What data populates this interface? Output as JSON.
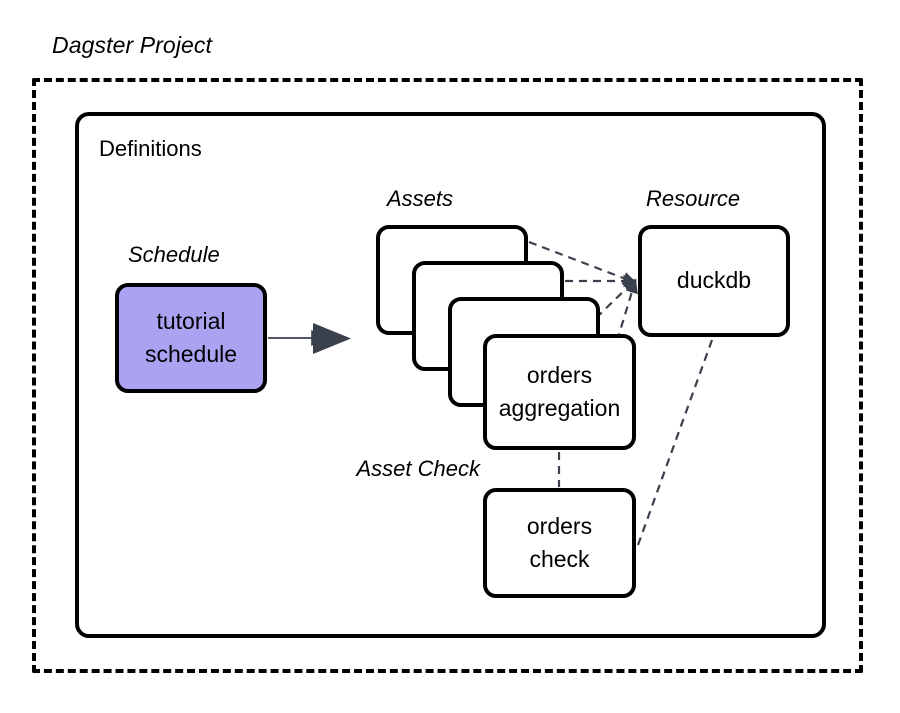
{
  "diagram": {
    "title": "Dagster Project",
    "container": {
      "label": "Definitions"
    },
    "captions": {
      "schedule": "Schedule",
      "assets": "Assets",
      "resource": "Resource",
      "asset_check": "Asset Check"
    },
    "colors": {
      "schedule_fill": "#ABA2F2",
      "node_stroke": "#000000",
      "arrow_fill": "#3A414C",
      "dashed_edge": "#3A414C",
      "background": "#FFFFFF"
    },
    "nodes": {
      "schedule": {
        "line1": "tutorial",
        "line2": "schedule"
      },
      "asset_stack_count": 4,
      "asset_front": {
        "line1": "orders",
        "line2": "aggregation"
      },
      "resource": {
        "line1": "duckdb"
      },
      "asset_check": {
        "line1": "orders",
        "line2": "check"
      }
    },
    "edges": [
      {
        "from": "tutorial schedule",
        "to": "assets",
        "style": "solid-arrow"
      },
      {
        "from": "asset 1",
        "to": "duckdb",
        "style": "dashed"
      },
      {
        "from": "asset 2",
        "to": "duckdb",
        "style": "dashed"
      },
      {
        "from": "asset 3",
        "to": "duckdb",
        "style": "dashed"
      },
      {
        "from": "orders aggregation",
        "to": "duckdb",
        "style": "dashed"
      },
      {
        "from": "orders aggregation",
        "to": "orders check",
        "style": "dashed"
      },
      {
        "from": "duckdb",
        "to": "orders check",
        "style": "dashed"
      }
    ]
  }
}
